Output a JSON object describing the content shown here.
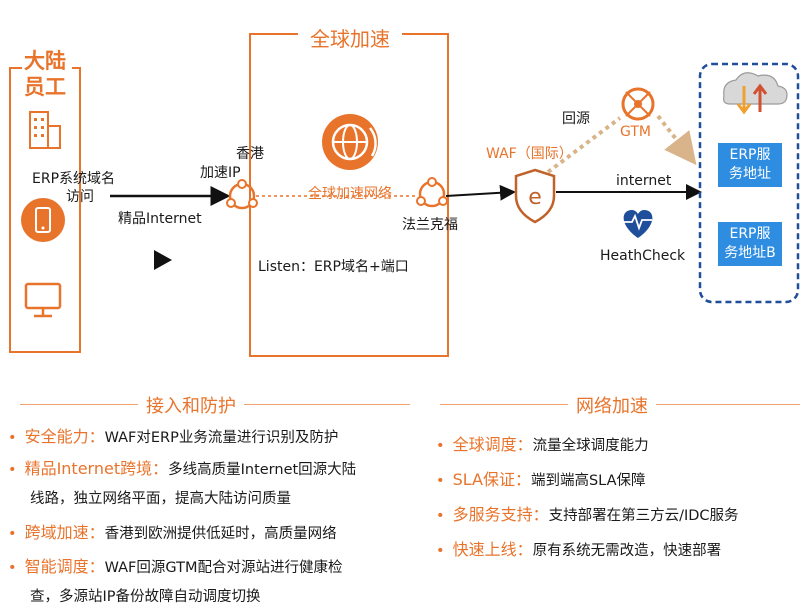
{
  "left": {
    "title_line1": "大陆",
    "title_line2": "员工",
    "label_domain": "ERP系统域名",
    "label_visit": "访问",
    "label_internet": "精品Internet"
  },
  "center": {
    "box_title": "全球加速",
    "hk_line1": "香港",
    "hk_line2": "加速IP",
    "network_label": "全球加速网络",
    "frankfurt": "法兰克福",
    "listen": "Listen：ERP域名+端口"
  },
  "right": {
    "waf": "WAF（国际）",
    "back_source": "回源",
    "gtm": "GTM",
    "internet": "internet",
    "healthcheck": "HeathCheck",
    "erp_a_line1": "ERP服",
    "erp_a_line2": "务地址",
    "erp_b_line1": "ERP服",
    "erp_b_line2": "务地址B"
  },
  "sections": {
    "access": {
      "title": "接入和防护",
      "items": [
        {
          "key": "安全能力：",
          "text": "WAF对ERP业务流量进行识别及防护"
        },
        {
          "key": "精品Internet跨境：",
          "text": "多线高质量Internet回源大陆",
          "cont": "线路，独立网络平面，提高大陆访问质量"
        },
        {
          "key": "跨域加速：",
          "text": "香港到欧洲提供低延时，高质量网络"
        },
        {
          "key": "智能调度：",
          "text": "WAF回源GTM配合对源站进行健康检",
          "cont": "查，多源站IP备份故障自动调度切换"
        }
      ]
    },
    "network": {
      "title": "网络加速",
      "items": [
        {
          "key": "全球调度：",
          "text": "流量全球调度能力"
        },
        {
          "key": "SLA保证：",
          "text": "端到端高SLA保障"
        },
        {
          "key": "多服务支持：",
          "text": "支持部署在第三方云/IDC服务"
        },
        {
          "key": "快速上线：",
          "text": "原有系统无需改造，快速部署"
        }
      ]
    }
  },
  "colors": {
    "accent": "#e8742c",
    "blue": "#2e8de0",
    "navy": "#1f4e9a"
  }
}
